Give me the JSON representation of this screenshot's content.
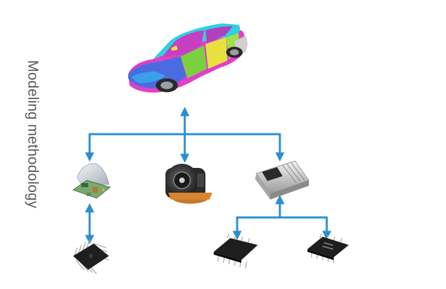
{
  "side_label": "Modeling methodology",
  "colors": {
    "arrow": "#2a8fd0",
    "label": "#5a5a5a",
    "car_magenta": "#e040c8",
    "car_cyan": "#2fd0e0",
    "car_green": "#7ad040",
    "car_yellow": "#e8e040",
    "chip_body": "#1e1e1e",
    "ecu_silver": "#d8d8d8"
  },
  "nodes": [
    {
      "name": "vehicle-model",
      "icon": "car-cae-mesh-icon"
    },
    {
      "name": "antenna-module",
      "icon": "shark-fin-antenna-icon"
    },
    {
      "name": "electric-motor",
      "icon": "electric-motor-icon"
    },
    {
      "name": "ecu-controller",
      "icon": "ecu-icon"
    },
    {
      "name": "qfp-chip",
      "icon": "qfp-chip-icon"
    },
    {
      "name": "soic-chip-left",
      "icon": "soic-chip-icon"
    },
    {
      "name": "soic-chip-right",
      "icon": "soic-chip-icon"
    }
  ]
}
